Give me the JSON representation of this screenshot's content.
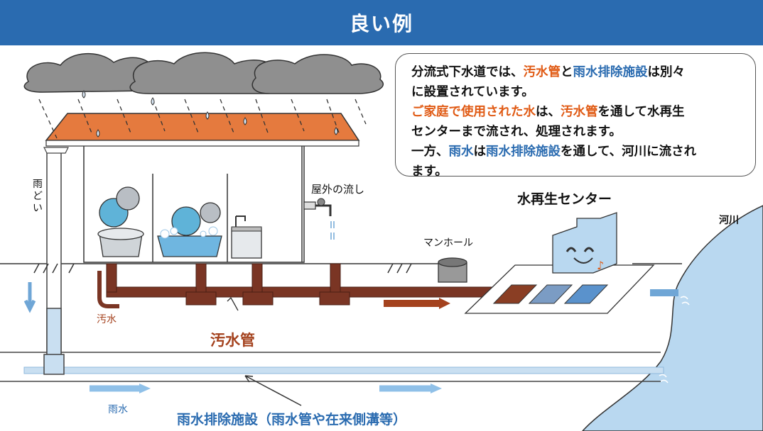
{
  "header": {
    "title": "良い例"
  },
  "callout": {
    "line1_a": "分流式下水道では、",
    "line1_b": "汚水管",
    "line1_c": "と",
    "line1_d": "雨水排除施設",
    "line1_e": "は別々",
    "line2": "に設置されています。",
    "line3_a": "ご家庭で使用された水",
    "line3_b": "は、",
    "line3_c": "汚水管",
    "line3_d": "を通して水再生",
    "line4": "センターまで流され、処理されます。",
    "line5_a": "一方、",
    "line5_b": "雨水",
    "line5_c": "は",
    "line5_d": "雨水排除施設",
    "line5_e": "を通して、河川に流され",
    "line6": "ます。"
  },
  "labels": {
    "gutter": "雨どい",
    "outdoor_sink": "屋外の流し",
    "center": "水再生センター",
    "river": "河川",
    "manhole": "マンホール",
    "sewage_small": "汚水",
    "sewage_pipe": "汚水管",
    "rain_small": "雨水",
    "rain_facility": "雨水排除施設（雨水管や在来側溝等）"
  },
  "colors": {
    "header": "#2a6bb0",
    "sewage": "#7a3524",
    "sewage_text": "#a4421e",
    "rain_pipe": "#c9dff1",
    "rain_text": "#2a6bb0",
    "roof": "#e57a3e",
    "river": "#b9d8f0"
  }
}
